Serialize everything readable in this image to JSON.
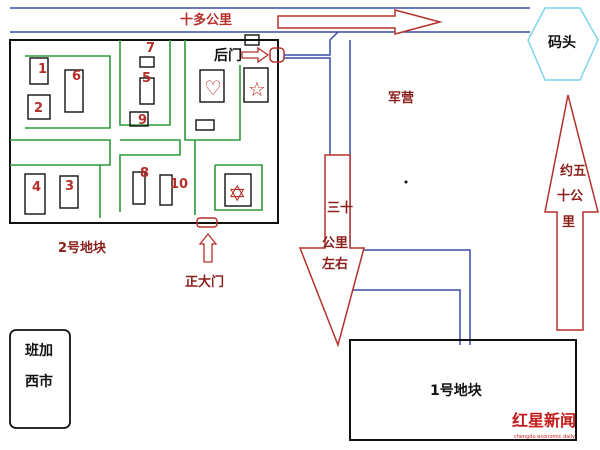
{
  "road_label": "十多公里",
  "dock": {
    "label": "码头",
    "color": "#7fd4ec"
  },
  "plot2": {
    "label": "2号地块",
    "back_gate": "后门",
    "main_gate": "正大门",
    "buildings": [
      "1",
      "2",
      "3",
      "4",
      "5",
      "6",
      "7",
      "8",
      "9",
      "10"
    ]
  },
  "camp": {
    "label": "军营"
  },
  "down_arrow": {
    "lines": [
      "三十",
      "公里",
      "左右"
    ]
  },
  "up_arrow": {
    "lines": [
      "约五",
      "十公",
      "里"
    ]
  },
  "plot1": {
    "label": "1号地块"
  },
  "bangaxi": {
    "lines": [
      "班加",
      "西市"
    ]
  },
  "watermark": {
    "text": "红星新闻",
    "sub": "chengdu economic daily"
  },
  "colors": {
    "road_blue": "#3a4aa8",
    "path_green": "#2e9a3a",
    "outline_red": "#b5302a",
    "block": "#111111"
  }
}
